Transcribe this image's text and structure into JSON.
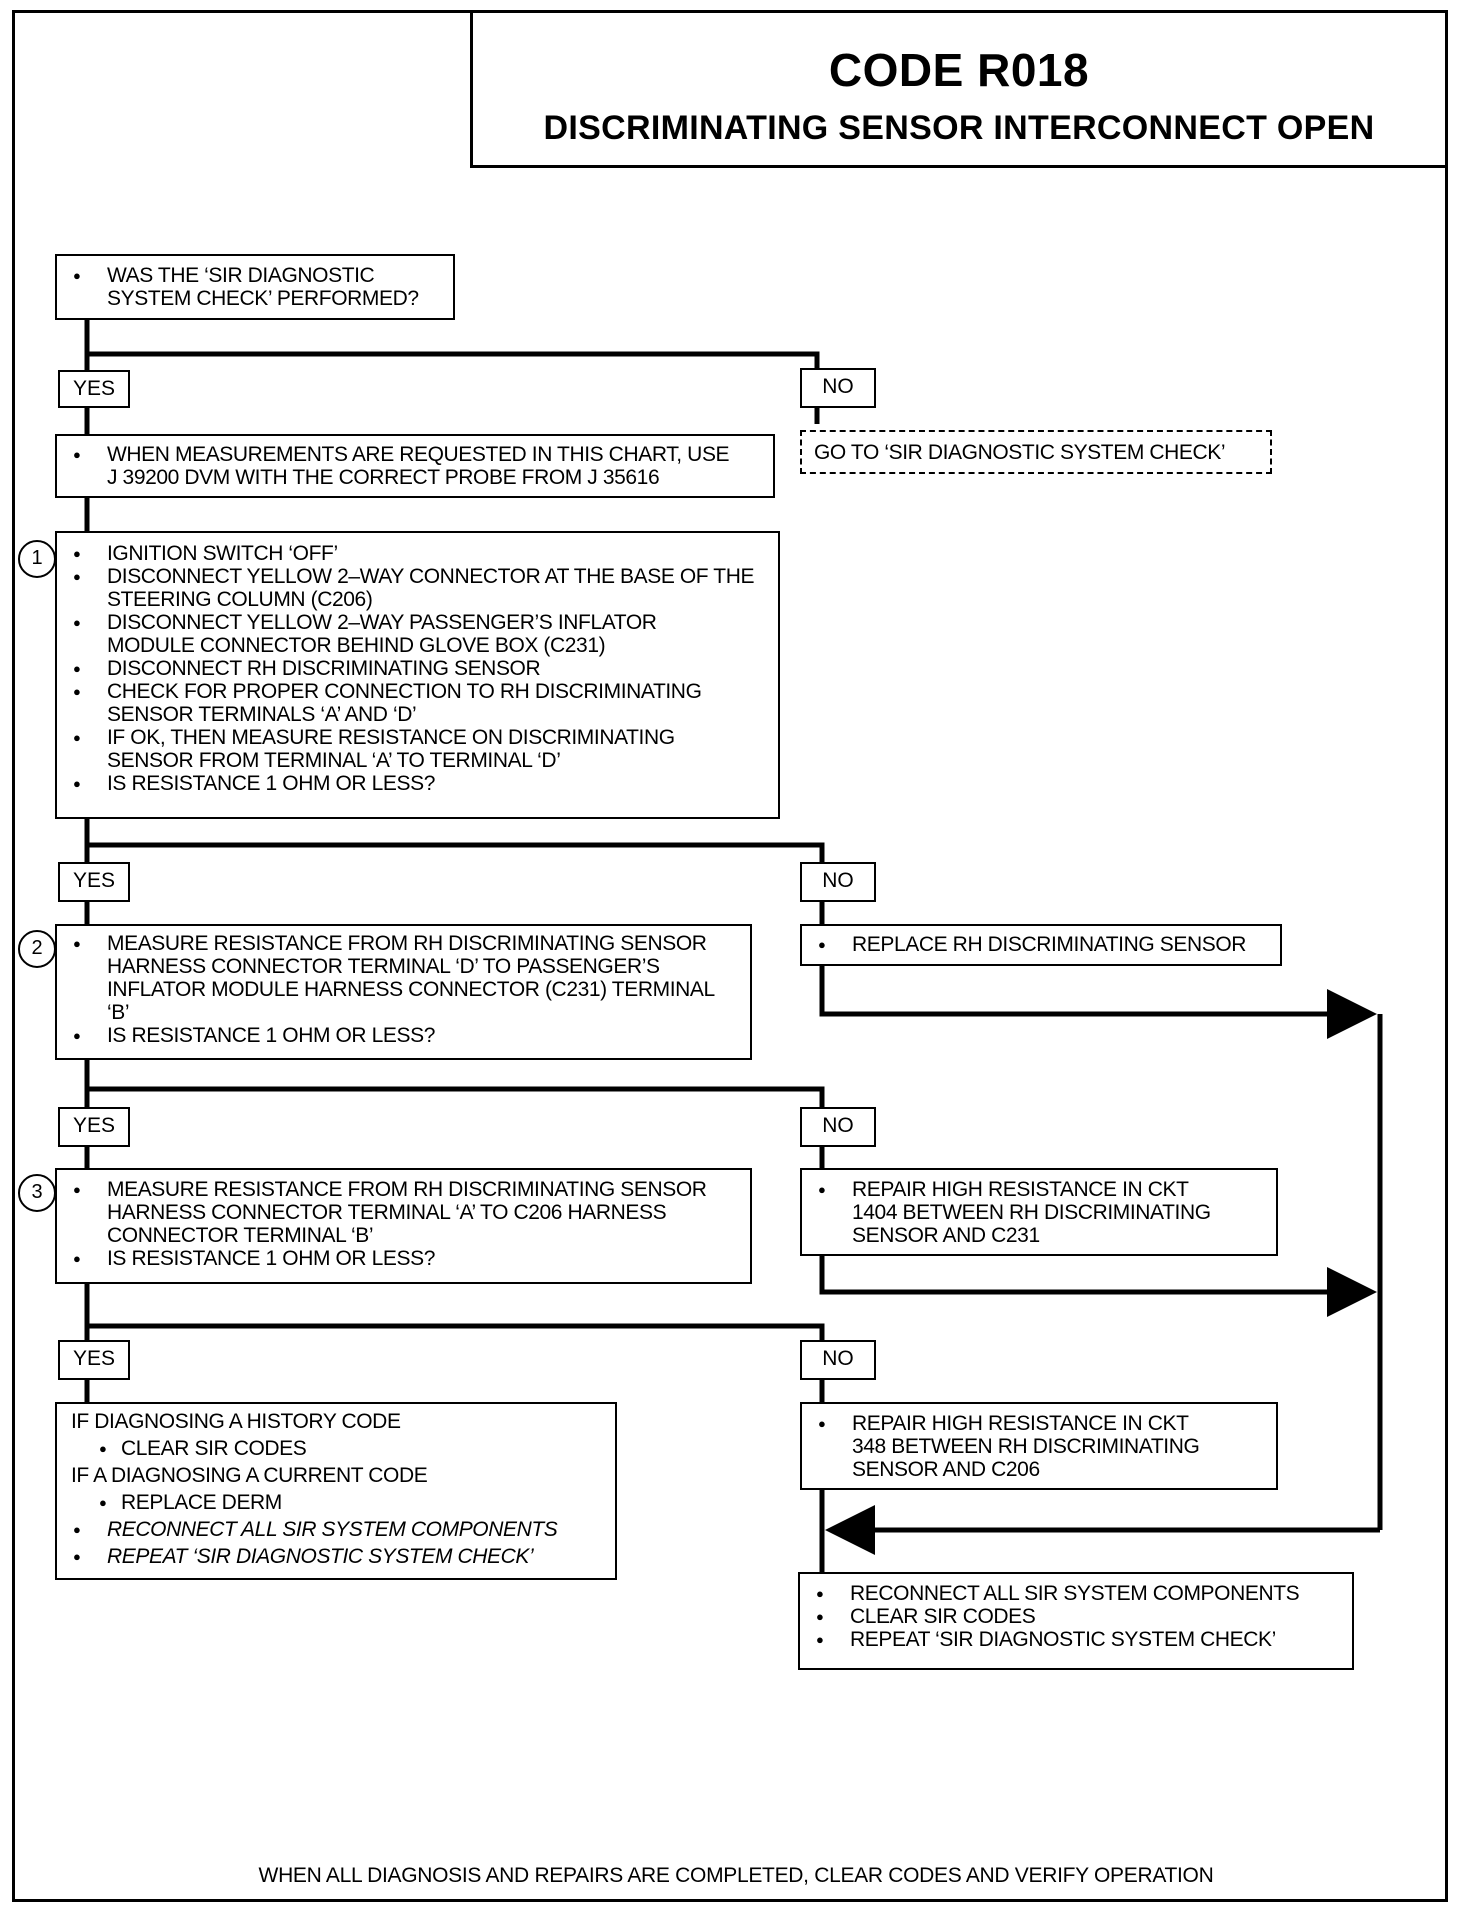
{
  "header": {
    "code": "CODE R018",
    "subtitle": "DISCRIMINATING SENSOR INTERCONNECT OPEN"
  },
  "labels": {
    "yes": "YES",
    "no": "NO"
  },
  "boxes": {
    "start": [
      "WAS THE ‘SIR DIAGNOSTIC",
      "SYSTEM CHECK’ PERFORMED?"
    ],
    "measure_note": [
      "WHEN MEASUREMENTS ARE REQUESTED IN THIS CHART, USE",
      "J 39200 DVM WITH THE CORRECT PROBE FROM J 35616"
    ],
    "goto_check": "GO TO ‘SIR DIAGNOSTIC SYSTEM CHECK’",
    "step1": [
      "IGNITION SWITCH ‘OFF’",
      "DISCONNECT YELLOW 2–WAY CONNECTOR AT THE BASE OF THE STEERING COLUMN (C206)",
      "DISCONNECT YELLOW 2–WAY PASSENGER’S INFLATOR MODULE CONNECTOR BEHIND GLOVE BOX (C231)",
      "DISCONNECT RH DISCRIMINATING SENSOR",
      "CHECK FOR PROPER CONNECTION TO RH DISCRIMINATING SENSOR TERMINALS ‘A’ AND ‘D’",
      "IF OK, THEN MEASURE RESISTANCE ON DISCRIMINATING SENSOR FROM TERMINAL ‘A’ TO TERMINAL ‘D’",
      "IS RESISTANCE 1 OHM OR LESS?"
    ],
    "replace_sensor": "REPLACE RH DISCRIMINATING SENSOR",
    "step2": [
      "MEASURE RESISTANCE FROM RH DISCRIMINATING SENSOR HARNESS CONNECTOR TERMINAL ‘D’ TO PASSENGER’S INFLATOR MODULE HARNESS CONNECTOR (C231) TERMINAL ‘B’",
      "IS RESISTANCE 1 OHM OR LESS?"
    ],
    "repair_1404": "REPAIR HIGH RESISTANCE IN CKT 1404 BETWEEN RH DISCRIMINATING SENSOR AND C231",
    "step3": [
      "MEASURE RESISTANCE FROM RH DISCRIMINATING SENSOR HARNESS CONNECTOR TERMINAL ‘A’ TO C206 HARNESS CONNECTOR TERMINAL ‘B’",
      "IS RESISTANCE 1 OHM OR LESS?"
    ],
    "repair_348": "REPAIR HIGH RESISTANCE IN CKT 348 BETWEEN RH DISCRIMINATING SENSOR AND C206",
    "final_left": {
      "history": "IF DIAGNOSING A HISTORY CODE",
      "clear": "CLEAR SIR CODES",
      "current": "IF A DIAGNOSING A CURRENT CODE",
      "replace": "REPLACE DERM",
      "reconnect": "RECONNECT ALL SIR SYSTEM COMPONENTS",
      "repeat": "REPEAT ‘SIR DIAGNOSTIC SYSTEM CHECK’"
    },
    "final_right": [
      "RECONNECT ALL SIR SYSTEM COMPONENTS",
      "CLEAR SIR CODES",
      "REPEAT ‘SIR DIAGNOSTIC SYSTEM CHECK’"
    ]
  },
  "steps": {
    "one": "1",
    "two": "2",
    "three": "3"
  },
  "footer": "WHEN ALL DIAGNOSIS AND REPAIRS ARE COMPLETED, CLEAR CODES AND VERIFY OPERATION"
}
